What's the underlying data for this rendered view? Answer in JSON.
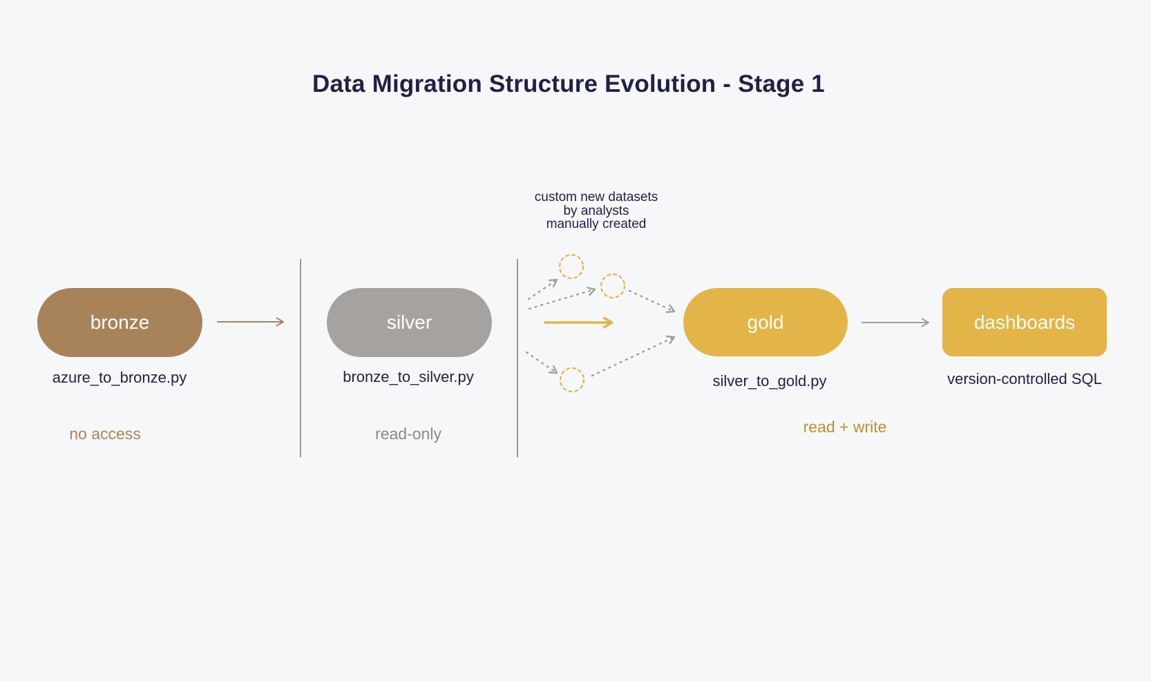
{
  "title": "Data Migration Structure Evolution - Stage 1",
  "annotation": "custom new datasets\nby analysts\nmanually created",
  "nodes": [
    {
      "label": "bronze",
      "sublabel": "azure_to_bronze.py",
      "color": "#a8835a"
    },
    {
      "label": "silver",
      "sublabel": "bronze_to_silver.py",
      "color": "#a5a2a0"
    },
    {
      "label": "gold",
      "sublabel": "silver_to_gold.py",
      "color": "#e3b447"
    },
    {
      "label": "dashboards",
      "sublabel": "version-controlled SQL",
      "color": "#e3b447"
    }
  ],
  "access_labels": [
    {
      "label": "no access",
      "color": "#a8835a"
    },
    {
      "label": "read-only",
      "color": "#8b8885"
    },
    {
      "label": "read + write",
      "color": "#b8922d"
    }
  ],
  "icons": {
    "dashed_circle": "placeholder-dataset-circle",
    "dashed_arrow": "manual-flow-arrow",
    "solid_arrow": "pipeline-flow-arrow",
    "divider": "access-boundary-line"
  },
  "colors": {
    "background": "#f6f7f9",
    "navy": "#232046",
    "bronze": "#a8835a",
    "silver": "#a5a2a0",
    "gold": "#e3b447",
    "gold_dark": "#b8922d",
    "gray_text": "#8b8885",
    "arrow_gray": "#9f9f9f",
    "divider_gray": "#9a9a9a",
    "node_text": "#ffffff"
  }
}
